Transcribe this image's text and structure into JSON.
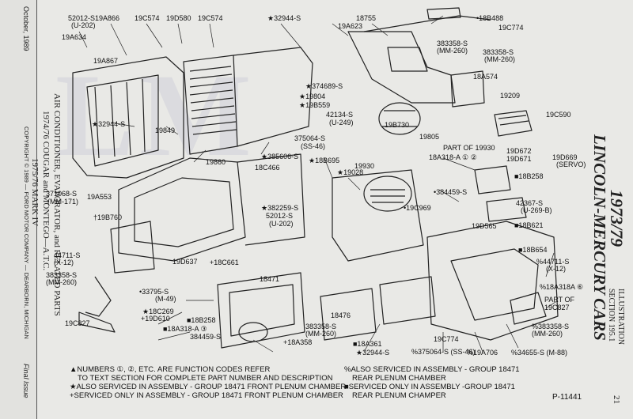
{
  "margin": {
    "date": "October, 1989",
    "copyright": "COPYRIGHT © 1989 — FORD MOTOR COMPANY — DEARBORN, MICHIGAN",
    "status": "Final Issue"
  },
  "header": {
    "years": "1973/79",
    "brand": "LINCOLN-MERCURY CARS",
    "illustration": "ILLUSTRATION",
    "section": "SECTION 195.1",
    "page_number": "21",
    "figure_id": "P-11441"
  },
  "description": {
    "line1": "AIR CONDITIONER, EVAPORATOR, and RELATED PARTS",
    "line2": "1974/76   COUGAR and MONTEGO—A.T.C.",
    "line3": "1975/76   MARK IV"
  },
  "labels": [
    "52012-S",
    "(U-202)",
    "19A866",
    "19C574",
    "19D580",
    "19C574",
    "★32944-S",
    "18755",
    "•18B488",
    "19C774",
    "19A634",
    "19A867",
    "19A623",
    "383358-S",
    "(MM-260)",
    "383358-S",
    "(MM-260)",
    "18A574",
    "★374689-S",
    "★19804",
    "★19B559",
    "19209",
    "42134-S",
    "(U-249)",
    "19B730",
    "19C590",
    "★32944-S",
    "19849",
    "375064-S",
    "(SS-46)",
    "19805",
    "PART OF 19930",
    "★385606-S",
    "★18B695",
    "19860",
    "18C466",
    "19930",
    "18A318-A ① ②",
    "19D672",
    "19D669",
    "(SERVO)",
    "19D671",
    "★19028",
    "■18B258",
    "371068-S",
    "(MM-171)",
    "19A553",
    "•384459-S",
    "•19C969",
    "42367-S",
    "(U-269-B)",
    "★382259-S",
    "52012-S",
    "(U-202)",
    "19D565",
    "■18B621",
    "†19B760",
    "■18B654",
    "44711-S",
    "(X-12)",
    "19D637",
    "+18C661",
    "18471",
    "%44711-S",
    "(X-12)",
    "383358-S",
    "(MM-260)",
    "•33795-S",
    "(M-49)",
    "%18A318A ⑥",
    "PART OF",
    "19C827",
    "★18C269",
    "+19D610",
    "18476",
    "19C827",
    "%383358-S",
    "(MM-260)",
    "■18B258",
    "■18A318-A ③",
    "384459-S",
    "383358-S",
    "(MM-260)",
    "+18A358",
    "■18A361",
    "19C774",
    "★32944-S",
    "%375064-S (SS-46)",
    "%19A706",
    "%34655-S (M-88)"
  ],
  "notes": {
    "n1": "▲NUMBERS ①, ②, ETC. ARE FUNCTION CODES REFER",
    "n1b": "TO TEXT SECTION FOR COMPLETE PART NUMBER AND DESCRIPTION",
    "n2": "★ALSO SERVICED IN ASSEMBLY - GROUP 18471 FRONT PLENUM CHAMBER",
    "n3": "+SERVICED ONLY IN ASSEMBLY - GROUP 18471 FRONT PLENUM CHAMBER",
    "n4": "%ALSO SERVICED IN ASSEMBLY - GROUP 18471",
    "n4b": "REAR PLENUM CHAMBER",
    "n5": "■SERVICED ONLY IN ASSEMBLY -GROUP 18471",
    "n5b": "REAR PLENUM CHAMPER"
  },
  "watermark": "LM"
}
